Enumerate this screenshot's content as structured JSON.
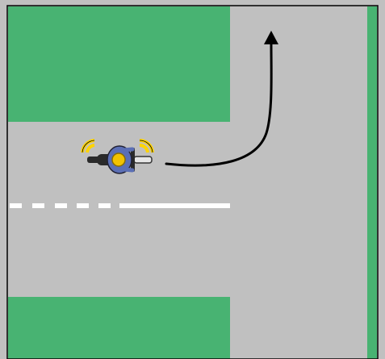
{
  "diagram": {
    "kind": "road-manoeuvre",
    "manoeuvre": "left-turn-at-t-junction",
    "colors": {
      "grass": "#48b372",
      "road": "#c0c0c0",
      "frame": "#000000",
      "lane_marking": "#ffffff",
      "path_arrow": "#000000",
      "signal_active": "#ffd400",
      "rider_jacket": "#5b6fb5",
      "rider_helmet": "#f2c200",
      "motorcycle_body": "#2a2a2a"
    },
    "icons": {
      "vehicle": "motorcycle-icon",
      "left_indicator": "signal-flash-left-icon",
      "right_indicator": "signal-flash-right-icon",
      "path": "curved-arrow-icon"
    },
    "lane_marking_style": {
      "left_part": "dashed",
      "right_part": "solid"
    },
    "indicators_active": true
  }
}
